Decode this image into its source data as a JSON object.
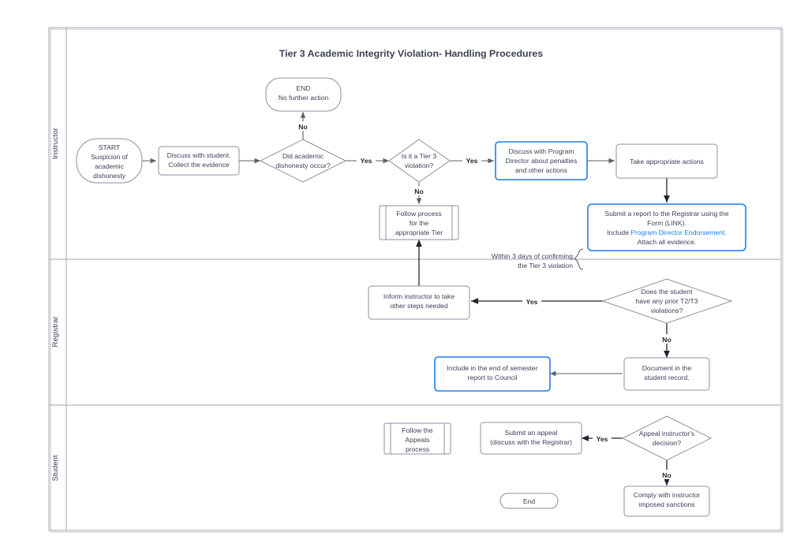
{
  "diagram": {
    "title": "Tier 3 Academic Integrity Violation- Handling Procedures",
    "type": "swimlane-flowchart",
    "lanes": [
      {
        "id": "instructor",
        "label": "Instructor"
      },
      {
        "id": "registrar",
        "label": "Registrar"
      },
      {
        "id": "student",
        "label": "Student"
      }
    ],
    "accent_blue": "#1f7fe8",
    "shape_stroke": "#8b90a0",
    "text_color": "#3c4257",
    "frame_color": "#b4b7c1"
  },
  "nodes": {
    "start": {
      "shape": "terminator",
      "lane": "instructor",
      "lines": [
        "START",
        "Suspicion of",
        "academic",
        "dishonesty"
      ]
    },
    "discuss_student": {
      "shape": "process",
      "lane": "instructor",
      "lines": [
        "Discuss with student.",
        "Collect the evidence"
      ]
    },
    "did_dishonesty": {
      "shape": "decision",
      "lane": "instructor",
      "lines": [
        "Did academic",
        "dishonesty occur?"
      ]
    },
    "end_no_action": {
      "shape": "terminator",
      "lane": "instructor",
      "lines": [
        "END",
        "No further action"
      ]
    },
    "is_tier3": {
      "shape": "decision",
      "lane": "instructor",
      "lines": [
        "Is it a Tier 3",
        "violation?"
      ]
    },
    "follow_process_tier": {
      "shape": "predefined-process",
      "lane": "instructor",
      "lines": [
        "Follow process",
        "for the",
        "appropriate Tier"
      ]
    },
    "discuss_program_director": {
      "shape": "process",
      "lane": "instructor",
      "highlight": "blue",
      "lines": [
        "Discuss with Program",
        "Director about penalties",
        "and other actions"
      ]
    },
    "take_actions": {
      "shape": "process",
      "lane": "instructor",
      "lines": [
        "Take appropriate actions"
      ]
    },
    "submit_report": {
      "shape": "process",
      "lane": "instructor",
      "highlight": "blue",
      "lines": [
        "Submit a report to the Registrar using the",
        "Form (LINK).",
        "Include Program Director Endorsement.",
        "Attach all evidence."
      ],
      "rich_line_index": 2,
      "rich_prefix": "Include ",
      "rich_link": "Program Director Endorsement."
    },
    "prior_violations": {
      "shape": "decision",
      "lane": "registrar",
      "lines": [
        "Does the student",
        "have any prior T2/T3",
        "violations?"
      ]
    },
    "inform_instructor": {
      "shape": "process",
      "lane": "registrar",
      "lines": [
        "Inform instructor to take",
        "other steps needed"
      ]
    },
    "document_record": {
      "shape": "process",
      "lane": "registrar",
      "lines": [
        "Document in the",
        "student record."
      ]
    },
    "include_semester_report": {
      "shape": "process",
      "lane": "registrar",
      "highlight": "blue",
      "lines": [
        "Include in the end of semester",
        "report to Council"
      ]
    },
    "appeal_decision": {
      "shape": "decision",
      "lane": "student",
      "lines": [
        "Appeal instructor's",
        "decision?"
      ]
    },
    "submit_appeal": {
      "shape": "process",
      "lane": "student",
      "lines": [
        "Submit an appeal",
        "(discuss with the Registrar)"
      ]
    },
    "follow_appeals": {
      "shape": "predefined-process",
      "lane": "student",
      "lines": [
        "Follow the",
        "Appeals",
        "process"
      ]
    },
    "comply_sanctions": {
      "shape": "process",
      "lane": "student",
      "lines": [
        "Comply with instructor",
        "imposed sanctions"
      ]
    },
    "end_student": {
      "shape": "terminator",
      "lane": "student",
      "lines": [
        "End"
      ]
    }
  },
  "edge_labels": {
    "no_dishonesty": "No",
    "yes_dishonesty": "Yes",
    "no_tier3": "No",
    "yes_tier3": "Yes",
    "yes_prior": "Yes",
    "no_prior": "No",
    "yes_appeal": "Yes",
    "no_appeal": "No"
  },
  "annotations": {
    "within_3_days_line1": "Within 3 days of confirming",
    "within_3_days_line2": "the Tier 3 violation"
  }
}
